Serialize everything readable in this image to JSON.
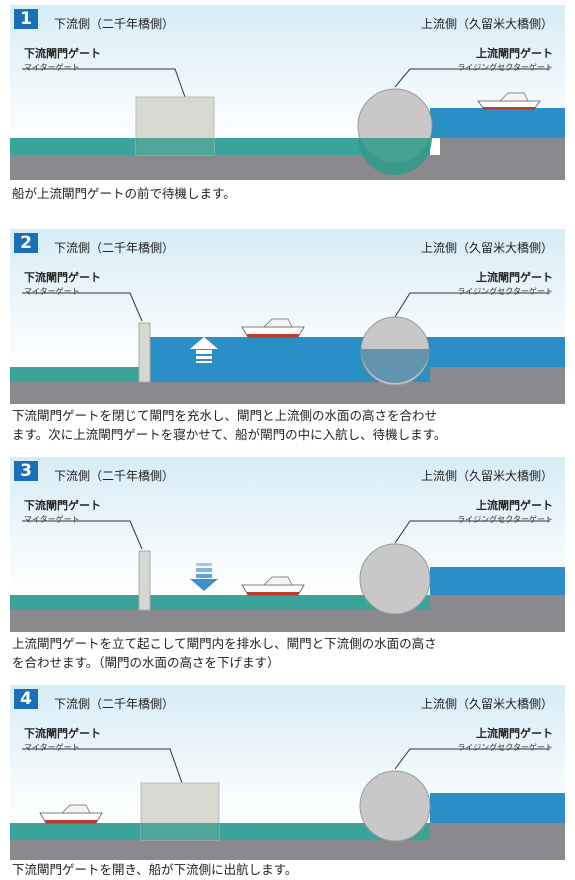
{
  "steps": [
    {
      "number": "1",
      "downstream_side": "下流側（二千年橋側）",
      "upstream_side": "上流側（久留米大橋側）",
      "downstream_gate": "下流閘門ゲート",
      "downstream_gate_type": "マイターゲート",
      "upstream_gate": "上流閘門ゲート",
      "upstream_gate_type": "ライジングセクターゲート",
      "caption_lines": [
        "船が上流閘門ゲートの前で待機します。"
      ]
    },
    {
      "number": "2",
      "downstream_side": "下流側（二千年橋側）",
      "upstream_side": "上流側（久留米大橋側）",
      "downstream_gate": "下流閘門ゲート",
      "downstream_gate_type": "マイターゲート",
      "upstream_gate": "上流閘門ゲート",
      "upstream_gate_type": "ライジングセクターゲート",
      "caption_lines": [
        "下流閘門ゲートを閉じて閘門を充水し、閘門と上流側の水面の高さを合わせ",
        "ます。次に上流閘門ゲートを寝かせて、船が閘門の中に入航し、待機します。"
      ]
    },
    {
      "number": "3",
      "downstream_side": "下流側（二千年橋側）",
      "upstream_side": "上流側（久留米大橋側）",
      "downstream_gate": "下流閘門ゲート",
      "downstream_gate_type": "マイターゲート",
      "upstream_gate": "上流閘門ゲート",
      "upstream_gate_type": "ライジングセクターゲート",
      "caption_lines": [
        "上流閘門ゲートを立て起こして閘門内を排水し、閘門と下流側の水面の高さ",
        "を合わせます。（閘門の水面の高さを下げます）"
      ]
    },
    {
      "number": "4",
      "downstream_side": "下流側（二千年橋側）",
      "upstream_side": "上流側（久留米大橋側）",
      "downstream_gate": "下流閘門ゲート",
      "downstream_gate_type": "マイターゲート",
      "upstream_gate": "上流閘門ゲート",
      "upstream_gate_type": "ライジングセクターゲート",
      "caption_lines": [
        "下流閘門ゲートを開き、船が下流側に出航します。"
      ]
    }
  ],
  "colors": {
    "water_high": "#2a8fc4",
    "water_low": "#3aa39a",
    "ground": "#8a8a8e",
    "gate": "#d8d8d2",
    "step_badge": "#1b6fb8"
  }
}
